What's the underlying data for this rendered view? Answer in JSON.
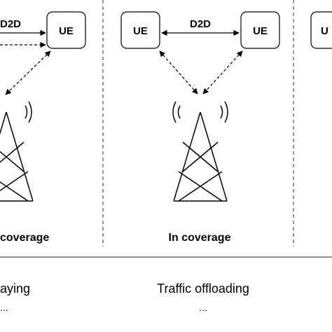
{
  "panels": {
    "left": {
      "ue_label": "UE",
      "link_label": "D2D",
      "caption": "coverage"
    },
    "middle": {
      "ue_left_label": "UE",
      "ue_right_label": "UE",
      "link_label": "D2D",
      "caption": "In coverage"
    },
    "right": {
      "ue_label": "U"
    }
  },
  "use_cases": {
    "left_label": "aying",
    "left_more": "...",
    "right_label": "Traffic offloading",
    "right_more": "..."
  },
  "colors": {
    "line": "#000000",
    "divider": "#555555",
    "background": "#ffffff"
  }
}
